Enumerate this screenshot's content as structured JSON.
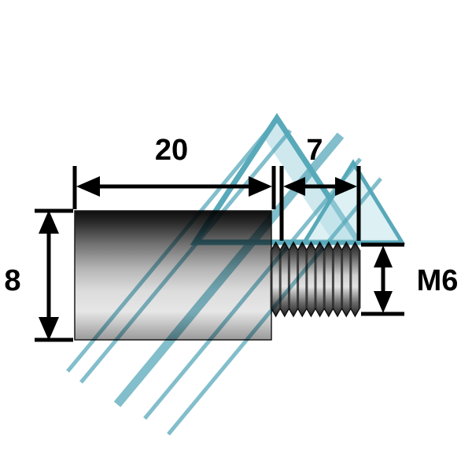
{
  "drawing": {
    "dimensions": {
      "body_length": "20",
      "thread_length": "7",
      "body_diameter": "8",
      "thread_spec": "M6"
    },
    "colors": {
      "dimension_ink": "#000000",
      "watermark_teal": "#2e93a8"
    }
  }
}
